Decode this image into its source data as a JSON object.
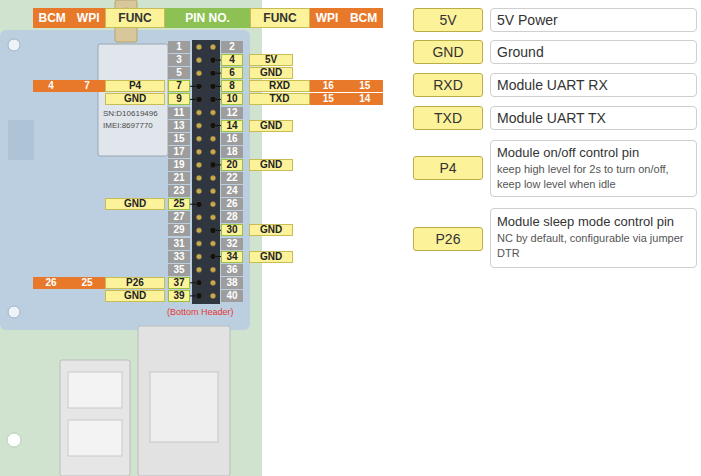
{
  "diagram": {
    "nodes": [
      {
        "text": [
          "BCM",
          "WPI"
        ]
      },
      {
        "text": [
          "FUNC"
        ]
      },
      {
        "text": [
          "PIN NO."
        ]
      },
      {
        "text": [
          "FUNC"
        ]
      },
      {
        "text": [
          "WPI",
          "BCM"
        ]
      },
      {
        "text": [
          "1"
        ]
      },
      {
        "text": [
          "2"
        ]
      },
      {
        "text": [
          "3"
        ]
      },
      {
        "text": [
          "4"
        ]
      },
      {
        "text": [
          "5V"
        ]
      },
      {
        "text": [
          "5"
        ]
      },
      {
        "text": [
          "6"
        ]
      },
      {
        "text": [
          "GND"
        ]
      },
      {
        "text": [
          "4",
          "7"
        ]
      },
      {
        "text": [
          "P4"
        ]
      },
      {
        "text": [
          "7"
        ]
      },
      {
        "text": [
          "8"
        ]
      },
      {
        "text": [
          "RXD"
        ]
      },
      {
        "text": [
          "16",
          "15"
        ]
      },
      {
        "text": [
          "GND"
        ]
      },
      {
        "text": [
          "9"
        ]
      },
      {
        "text": [
          "10"
        ]
      },
      {
        "text": [
          "TXD"
        ]
      },
      {
        "text": [
          "15",
          "14"
        ]
      },
      {
        "text": [
          "11"
        ]
      },
      {
        "text": [
          "12"
        ]
      },
      {
        "text": [
          "13"
        ]
      },
      {
        "text": [
          "14"
        ]
      },
      {
        "text": [
          "GND"
        ]
      },
      {
        "text": [
          "15"
        ]
      },
      {
        "text": [
          "16"
        ]
      },
      {
        "text": [
          "17"
        ]
      },
      {
        "text": [
          "18"
        ]
      },
      {
        "text": [
          "19"
        ]
      },
      {
        "text": [
          "20"
        ]
      },
      {
        "text": [
          "GND"
        ]
      },
      {
        "text": [
          "21"
        ]
      },
      {
        "text": [
          "22"
        ]
      },
      {
        "text": [
          "23"
        ]
      },
      {
        "text": [
          "24"
        ]
      },
      {
        "text": [
          "GND"
        ]
      },
      {
        "text": [
          "25"
        ]
      },
      {
        "text": [
          "26"
        ]
      },
      {
        "text": [
          "27"
        ]
      },
      {
        "text": [
          "28"
        ]
      },
      {
        "text": [
          "29"
        ]
      },
      {
        "text": [
          "30"
        ]
      },
      {
        "text": [
          "GND"
        ]
      },
      {
        "text": [
          "31"
        ]
      },
      {
        "text": [
          "32"
        ]
      },
      {
        "text": [
          "33"
        ]
      },
      {
        "text": [
          "34"
        ]
      },
      {
        "text": [
          "GND"
        ]
      },
      {
        "text": [
          "35"
        ]
      },
      {
        "text": [
          "36"
        ]
      },
      {
        "text": [
          "26",
          "25"
        ]
      },
      {
        "text": [
          "P26"
        ]
      },
      {
        "text": [
          "37"
        ]
      },
      {
        "text": [
          "38"
        ]
      },
      {
        "text": [
          "GND"
        ]
      },
      {
        "text": [
          "39"
        ]
      },
      {
        "text": [
          "40"
        ]
      },
      {
        "text": [
          "5V"
        ]
      },
      {
        "text": [
          "5V Power"
        ]
      },
      {
        "text": [
          "GND"
        ]
      },
      {
        "text": [
          "Ground"
        ]
      },
      {
        "text": [
          "RXD"
        ]
      },
      {
        "text": [
          "Module UART RX"
        ]
      },
      {
        "text": [
          "TXD"
        ]
      },
      {
        "text": [
          "Module UART TX"
        ]
      },
      {
        "text": [
          "P4"
        ]
      },
      {
        "text": [
          "Module on/off control pin",
          "keep high level for 2s to turn on/off, keep low level when idle"
        ]
      },
      {
        "text": [
          "P26"
        ]
      },
      {
        "text": [
          "Module sleep mode control pin",
          "NC by default, configurable via jumper DTR"
        ]
      }
    ],
    "labels": [
      "(Bottom Header)",
      "SN:D10619496",
      "IMEI:8697770"
    ]
  }
}
